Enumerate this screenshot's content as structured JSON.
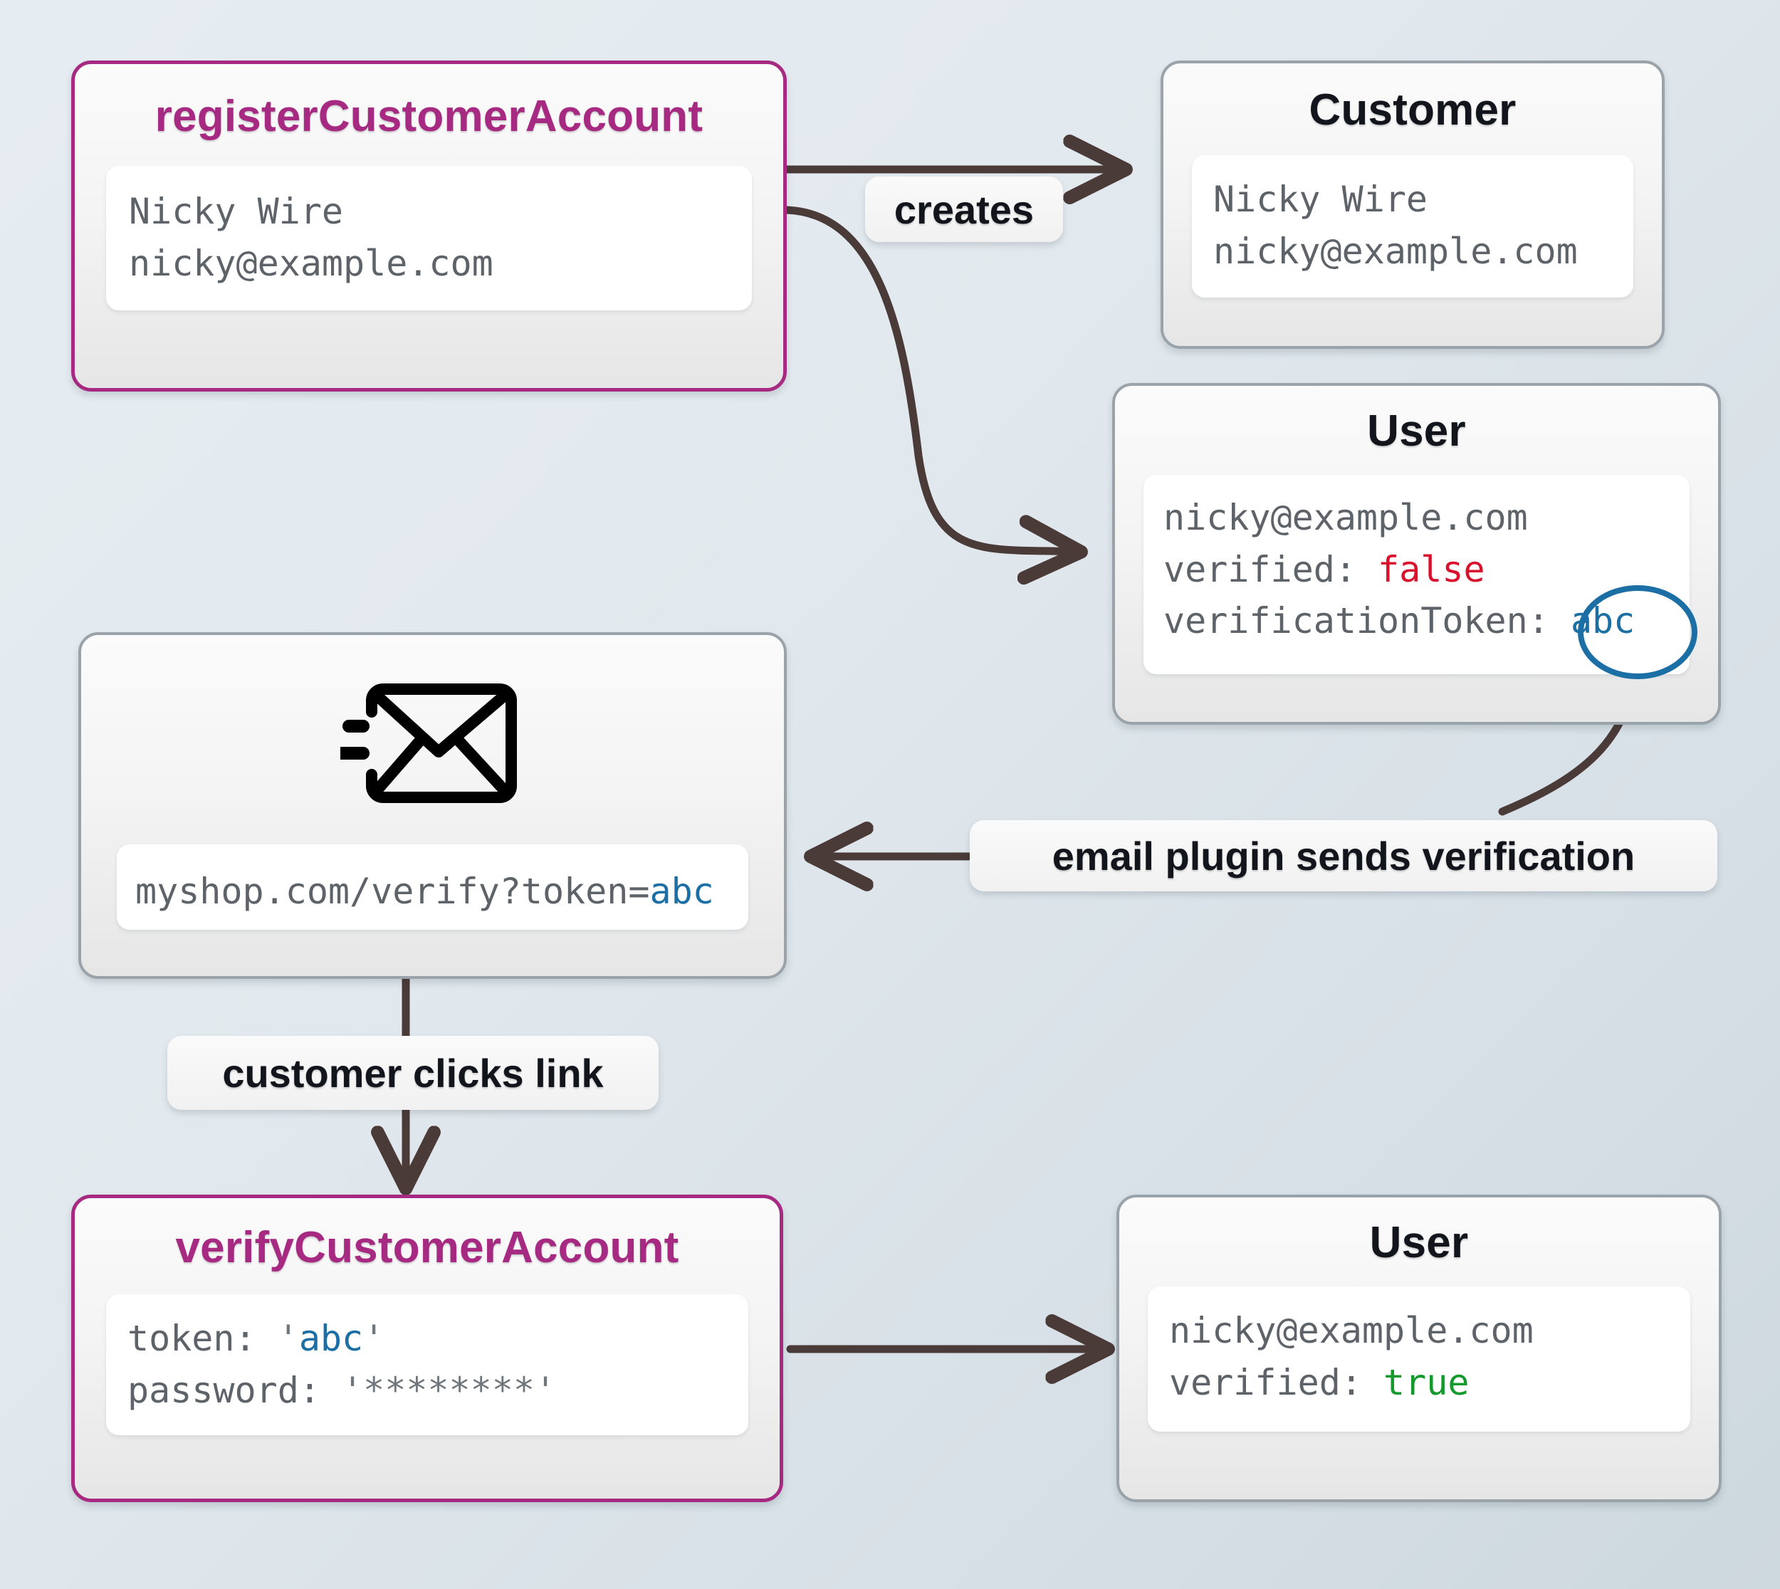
{
  "diagram": {
    "title": "customer account registration and email verification flow",
    "background_color": "#e3eaef",
    "accent_color": "#a72a82",
    "edge_color": "#4a3a38",
    "highlight_color": "#1b6fa4",
    "false_color": "#d8112c",
    "true_color": "#14992c"
  },
  "nodes": {
    "register_mutation": {
      "title": "registerCustomerAccount",
      "lines": [
        "Nicky Wire",
        "nicky@example.com"
      ]
    },
    "customer_entity": {
      "title": "Customer",
      "lines": [
        "Nicky Wire",
        "nicky@example.com"
      ]
    },
    "user_unverified": {
      "title": "User",
      "line_email": "nicky@example.com",
      "line_verified_key": "verified: ",
      "line_verified_value": "false",
      "line_token_key": "verificationToken: ",
      "line_token_value": "abc"
    },
    "email_message": {
      "icon": "send-email-icon",
      "link": "myshop.com/verify?token=",
      "link_token": "abc"
    },
    "verify_mutation": {
      "title": "verifyCustomerAccount",
      "token_key": "token: ",
      "token_quote_open": "'",
      "token_value": "abc",
      "token_quote_close": "'",
      "password_key": "password: ",
      "password_value": "'********'"
    },
    "user_verified": {
      "title": "User",
      "line_email": "nicky@example.com",
      "line_verified_key": "verified: ",
      "line_verified_value": "true"
    }
  },
  "edges": {
    "creates": "creates",
    "email_plugin": "email plugin sends verification",
    "clicks_link": "customer clicks link"
  }
}
